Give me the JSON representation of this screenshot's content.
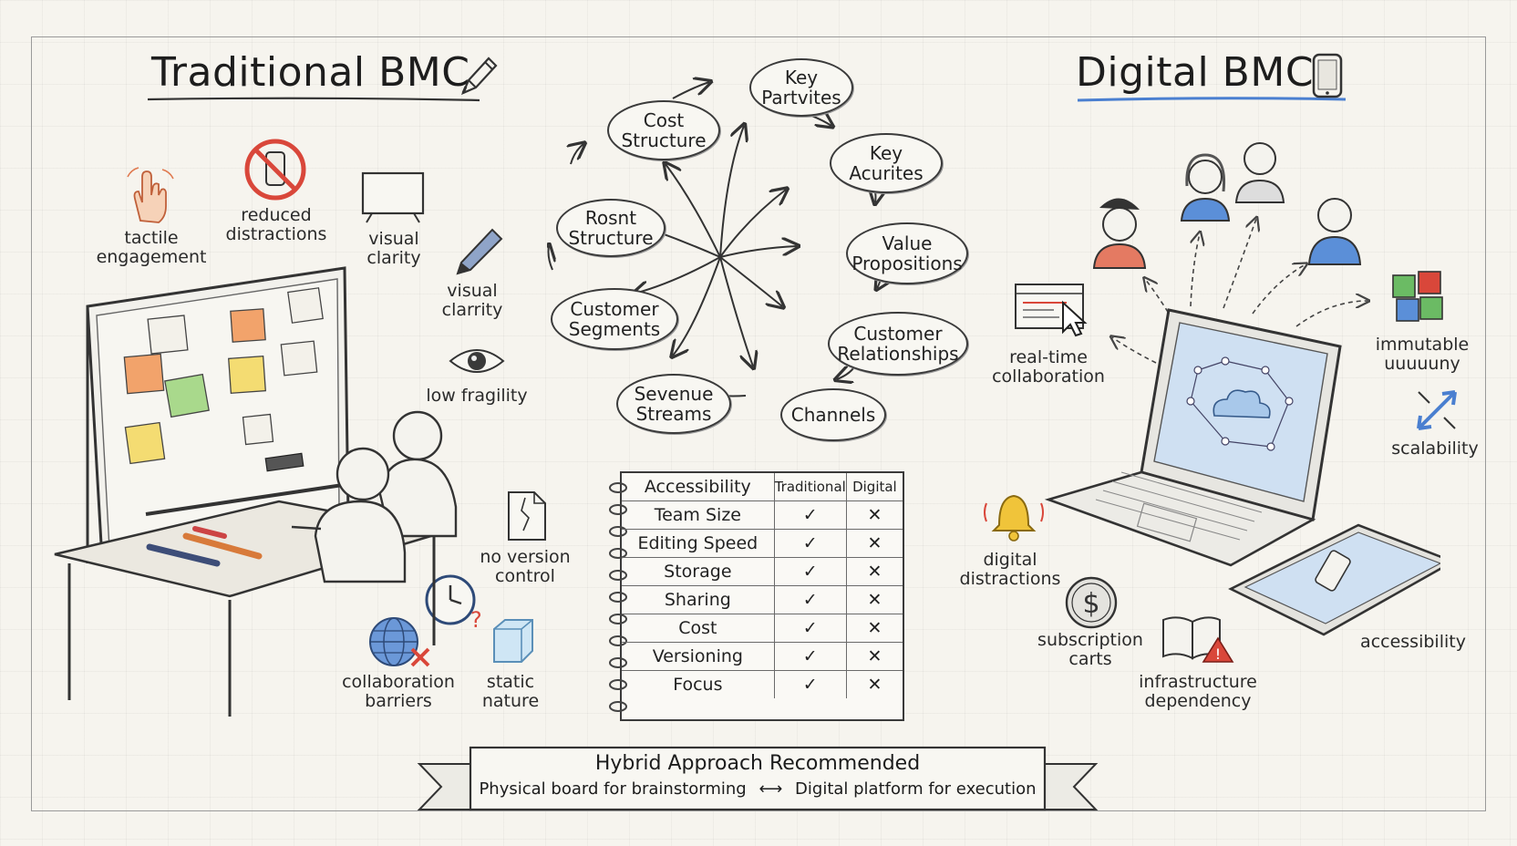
{
  "headings": {
    "traditional": "Traditional BMC",
    "digital": "Digital BMC"
  },
  "traditional_labels": {
    "tactile": "tactile\nengagement",
    "reduced": "reduced\ndistractions",
    "visual1": "visual\nclarity",
    "visual2": "visual\nclarrity",
    "fragility": "low fragility",
    "version": "no version\ncontrol",
    "barriers": "collaboration\nbarriers",
    "static": "static\nnature"
  },
  "canvas_blocks": {
    "key_partners": "Key\nPartvites",
    "cost_structure": "Cost\nStructure",
    "key_activities": "Key\nAcurites",
    "rosnt_structure": "Rosnt\nStructure",
    "value_propositions": "Value\nPropositions",
    "customer_segments": "Customer\nSegments",
    "customer_relationships": "Customer\nRelationships",
    "revenue_streams": "Sevenue\nStreams",
    "channels": "Channels"
  },
  "comparison_table": {
    "headers": [
      "Accessibility",
      "Traditional",
      "Digital"
    ],
    "rows": [
      {
        "label": "Team Size",
        "traditional": "✓",
        "digital": "✕"
      },
      {
        "label": "Editing Speed",
        "traditional": "✓",
        "digital": "✕"
      },
      {
        "label": "Storage",
        "traditional": "✓",
        "digital": "✕"
      },
      {
        "label": "Sharing",
        "traditional": "✓",
        "digital": "✕"
      },
      {
        "label": "Cost",
        "traditional": "✓",
        "digital": "✕"
      },
      {
        "label": "Versioning",
        "traditional": "✓",
        "digital": "✕"
      },
      {
        "label": "Focus",
        "traditional": "✓",
        "digital": "✕"
      }
    ]
  },
  "digital_labels": {
    "realtime": "real-time\ncollaboration",
    "immutable": "immutable\nuuuuuny",
    "scalability": "scalability",
    "distractions": "digital\ndistractions",
    "subscription": "subscription\ncarts",
    "infrastructure": "infrastructure\ndependency",
    "accessibility": "accessibility"
  },
  "banner": {
    "title": "Hybrid Approach Recommended",
    "left": "Physical board for brainstorming",
    "arrow": "⟷",
    "right": "Digital platform for execution"
  },
  "icons": {
    "heading_left": "pencil-icon",
    "heading_right": "smartphone-icon"
  },
  "colors": {
    "ink": "#2b2b2b",
    "sticky_orange": "#f2a36b",
    "sticky_yellow": "#f4dc72",
    "sticky_green": "#a9d98c",
    "accent_blue": "#4a7fd0",
    "alert_red": "#d9473a",
    "bell_yellow": "#f0c43a"
  }
}
